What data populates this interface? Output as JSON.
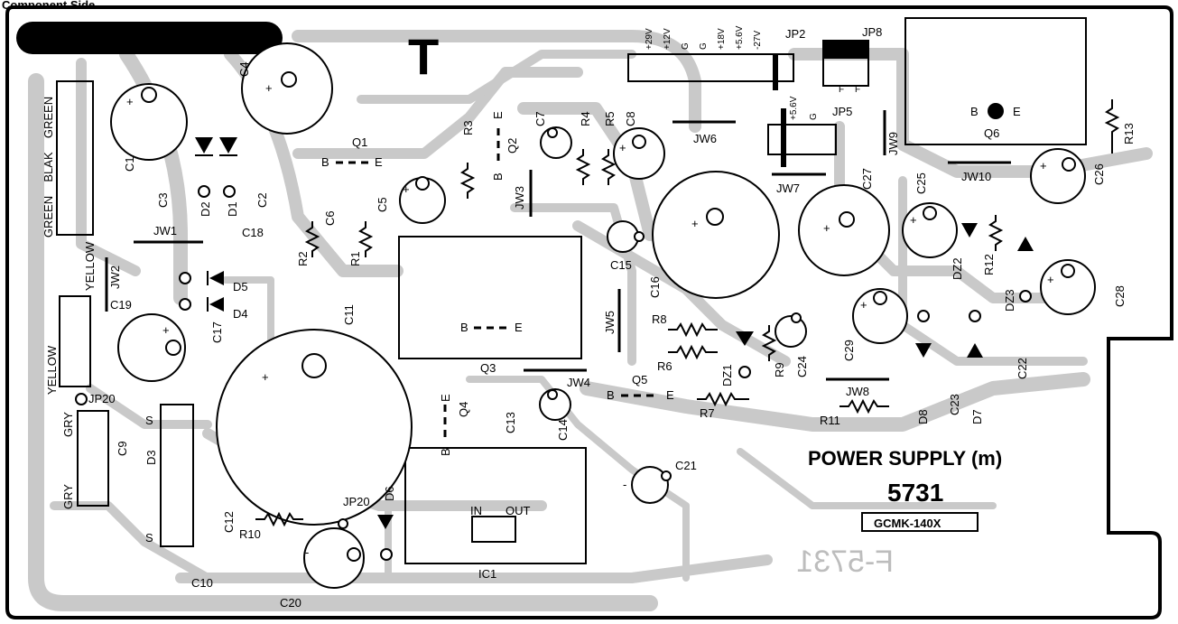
{
  "header": {
    "caption": "Component Side"
  },
  "board": {
    "title": "POWER SUPPLY (m)",
    "number": "5731",
    "model": "GCMK-140X",
    "mirrored_text": "F-5731",
    "t_mark": "T"
  },
  "wires": {
    "green_top": "GREEN",
    "black": "BLAK",
    "green_bottom": "GREEN",
    "yellow_top": "YELLOW",
    "yellow_bottom": "YELLOW",
    "gry_top": "GRY",
    "gry_bottom": "GRY"
  },
  "jp2_pins": [
    "+29V",
    "+12V",
    "G",
    "G",
    "+18V",
    "+5.6V",
    "-27V"
  ],
  "jp5_pins": [
    "+5.6V",
    "G"
  ],
  "jp8_pins": [
    "F",
    "F"
  ],
  "ic1": {
    "name": "IC1",
    "in": "IN",
    "out": "OUT"
  },
  "labels": {
    "jp2": "JP2",
    "jp8": "JP8",
    "jp5": "JP5",
    "jp20a": "JP20",
    "jp20b": "JP20",
    "jw1": "JW1",
    "jw2": "JW2",
    "jw3": "JW3",
    "jw4": "JW4",
    "jw5": "JW5",
    "jw6": "JW6",
    "jw7": "JW7",
    "jw8": "JW8",
    "jw9": "JW9",
    "jw10": "JW10",
    "c1": "C1",
    "c2": "C2",
    "c3": "C3",
    "c4": "C4",
    "c5": "C5",
    "c6": "C6",
    "c7": "C7",
    "c8": "C8",
    "c9": "C9",
    "c10": "C10",
    "c11": "C11",
    "c12": "C12",
    "c13": "C13",
    "c14": "C14",
    "c15": "C15",
    "c16": "C16",
    "c17": "C17",
    "c18": "C18",
    "c19": "C19",
    "c20": "C20",
    "c21": "C21",
    "c22": "C22",
    "c23": "C23",
    "c24": "C24",
    "c25": "C25",
    "c26": "C26",
    "c27": "C27",
    "c28": "C28",
    "c29": "C29",
    "d1": "D1",
    "d2": "D2",
    "d3": "D3",
    "d4": "D4",
    "d5": "D5",
    "d6": "D6",
    "d7": "D7",
    "d8": "D8",
    "dz1": "DZ1",
    "dz2": "DZ2",
    "dz3": "DZ3",
    "q1": "Q1",
    "q2": "Q2",
    "q3": "Q3",
    "q4": "Q4",
    "q5": "Q5",
    "q6": "Q6",
    "r1": "R1",
    "r2": "R2",
    "r3": "R3",
    "r4": "R4",
    "r5": "R5",
    "r6": "R6",
    "r7": "R7",
    "r8": "R8",
    "r9": "R9",
    "r10": "R10",
    "r11": "R11",
    "r12": "R12",
    "r13": "R13",
    "b": "B",
    "e": "E",
    "s": "S",
    "plus": "+",
    "minus": "-"
  }
}
